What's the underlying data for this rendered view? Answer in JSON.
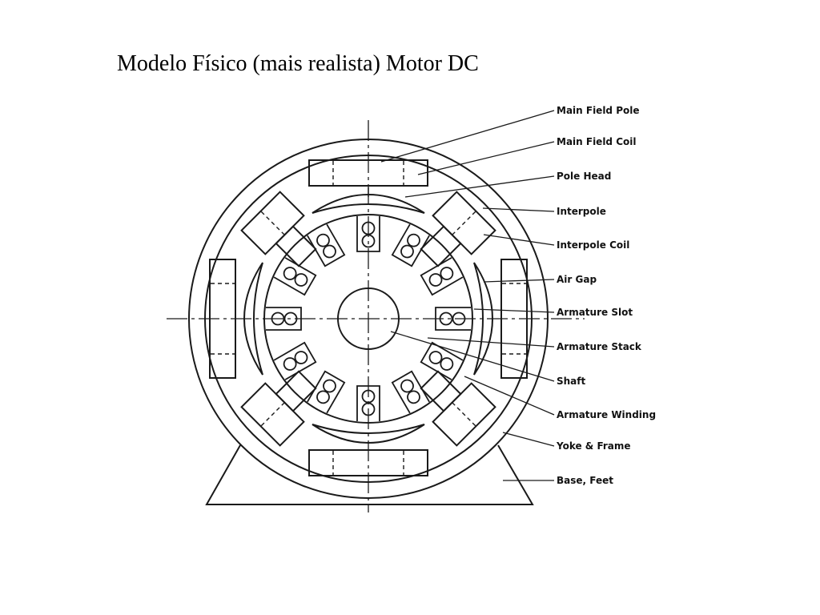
{
  "slide": {
    "title": "Modelo Físico (mais realista) Motor DC"
  },
  "diagram": {
    "labels": [
      "Main Field Pole",
      "Main Field Coil",
      "Pole Head",
      "Interpole",
      "Interpole Coil",
      "Air Gap",
      "Armature Slot",
      "Armature Stack",
      "Shaft",
      "Armature Winding",
      "Yoke & Frame",
      "Base, Feet"
    ],
    "colors": {
      "ink": "#1a1a1a",
      "background": "#ffffff"
    }
  }
}
